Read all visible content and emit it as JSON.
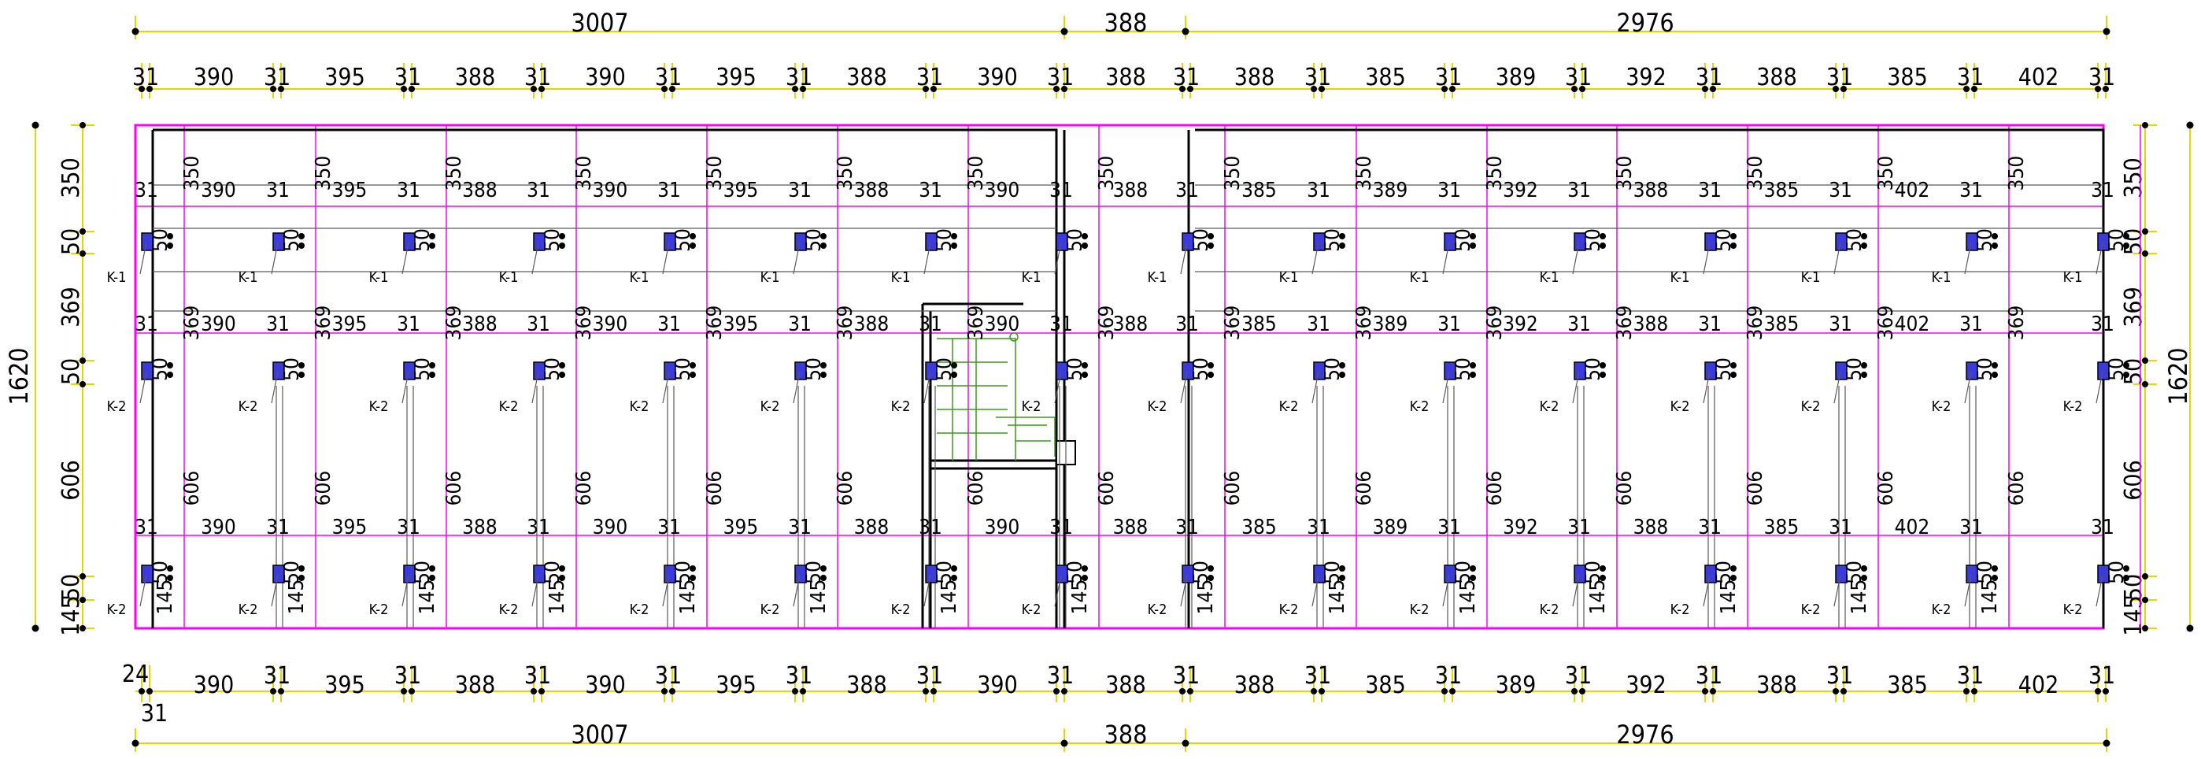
{
  "drawing": {
    "top_overall": [
      "3007",
      "388",
      "2976"
    ],
    "top_bays": [
      "31",
      "390",
      "31",
      "395",
      "31",
      "388",
      "31",
      "390",
      "31",
      "395",
      "31",
      "388",
      "31",
      "390",
      "31",
      "388",
      "31",
      "388",
      "31",
      "385",
      "31",
      "389",
      "31",
      "392",
      "31",
      "388",
      "31",
      "385",
      "31",
      "402",
      "31"
    ],
    "bottom_bays": [
      "390",
      "31",
      "395",
      "31",
      "388",
      "31",
      "390",
      "31",
      "395",
      "31",
      "388",
      "31",
      "390",
      "31",
      "388",
      "31",
      "388",
      "31",
      "385",
      "31",
      "389",
      "31",
      "392",
      "31",
      "388",
      "31",
      "385",
      "31",
      "402",
      "31"
    ],
    "bottom_extra": [
      "24",
      "31"
    ],
    "bottom_overall": [
      "3007",
      "388",
      "2976"
    ],
    "left_total": "1620",
    "right_total": "1620",
    "left_rows": [
      "350",
      "50",
      "369",
      "50",
      "606",
      "50",
      "145"
    ],
    "right_rows": [
      "350",
      "50",
      "369",
      "50",
      "606",
      "50",
      "145"
    ],
    "interior_bays": [
      "390",
      "395",
      "388",
      "390",
      "395",
      "388",
      "390",
      "388",
      "385",
      "389",
      "392",
      "388",
      "385",
      "402"
    ],
    "interior_row2_bays": [
      "390",
      "395",
      "388",
      "390",
      "395",
      "388",
      "390",
      "388",
      "385",
      "389",
      "392",
      "388",
      "385",
      "402"
    ],
    "column_width": "31",
    "inner_vertical": [
      "350",
      "50",
      "369",
      "50",
      "606",
      "145",
      "50"
    ],
    "column_tags": [
      "K-1",
      "K-2",
      "K-2"
    ],
    "colors": {
      "dimension_line": "#e0d800",
      "grid_line": "#ff00ff",
      "wall": "#000000",
      "column_fill": "#3b3bdc",
      "tag_text": "#dd0000",
      "stair": "#3a9a1a",
      "thin_line": "#5a5a5a"
    }
  }
}
